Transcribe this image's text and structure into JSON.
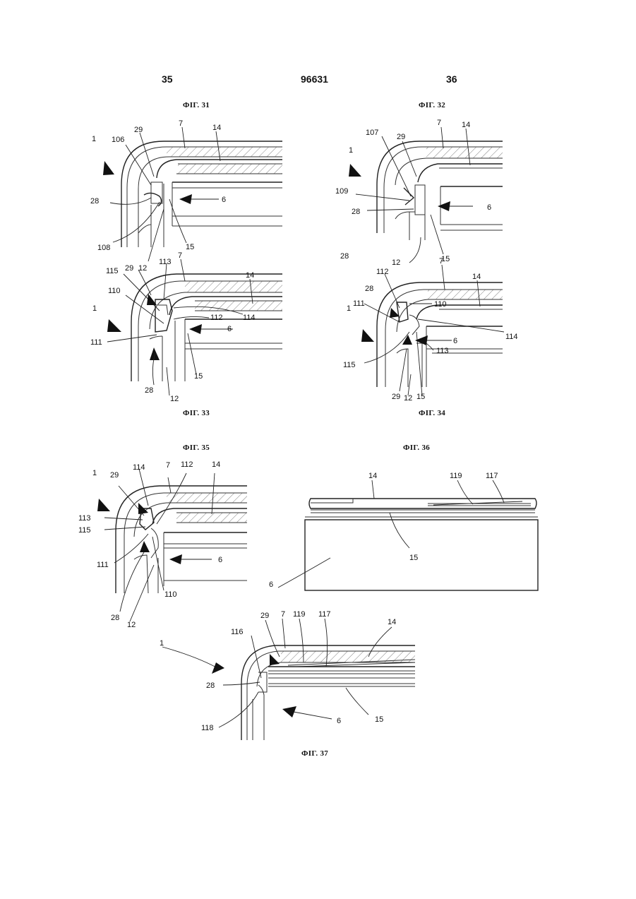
{
  "header": {
    "page_left": "35",
    "doc_number": "96631",
    "page_right": "36"
  },
  "figures": [
    {
      "id": "fig31",
      "caption": "ФІГ. 31",
      "labels": [
        "1",
        "106",
        "29",
        "7",
        "14",
        "28",
        "6",
        "108",
        "12",
        "15"
      ]
    },
    {
      "id": "fig32",
      "caption": "ФІГ. 32",
      "labels": [
        "1",
        "107",
        "29",
        "7",
        "14",
        "109",
        "28",
        "6",
        "12",
        "15",
        "28"
      ]
    },
    {
      "id": "fig33",
      "caption": "ФІГ. 33",
      "labels": [
        "115",
        "29",
        "113",
        "7",
        "14",
        "1",
        "110",
        "112",
        "114",
        "6",
        "111",
        "15",
        "28",
        "12"
      ]
    },
    {
      "id": "fig34",
      "caption": "ФІГ. 34",
      "labels": [
        "112",
        "7",
        "14",
        "28",
        "110",
        "1",
        "111",
        "114",
        "6",
        "113",
        "115",
        "29",
        "12",
        "15"
      ]
    },
    {
      "id": "fig35",
      "caption": "ФІГ. 35",
      "labels": [
        "1",
        "29",
        "114",
        "7",
        "112",
        "14",
        "113",
        "115",
        "111",
        "6",
        "110",
        "28",
        "12"
      ]
    },
    {
      "id": "fig36",
      "caption": "ФІГ. 36",
      "labels": [
        "14",
        "119",
        "117",
        "15",
        "6"
      ]
    },
    {
      "id": "fig37",
      "caption": "ФІГ. 37",
      "labels": [
        "29",
        "7",
        "119",
        "117",
        "14",
        "116",
        "1",
        "28",
        "118",
        "6",
        "15"
      ]
    }
  ]
}
